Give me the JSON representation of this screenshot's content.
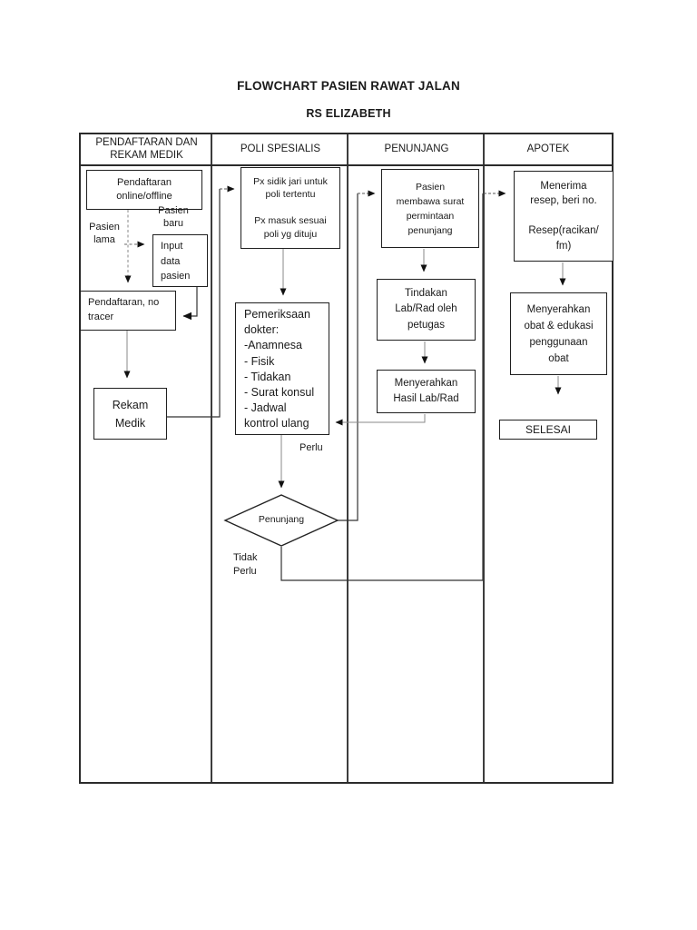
{
  "page": {
    "title": "FLOWCHART PASIEN RAWAT JALAN",
    "subtitle": "RS ELIZABETH"
  },
  "lanes": [
    {
      "label": "PENDAFTARAN DAN REKAM MEDIK"
    },
    {
      "label": "POLI SPESIALIS"
    },
    {
      "label": "PENUNJANG"
    },
    {
      "label": "APOTEK"
    }
  ],
  "nodes": {
    "pendaftaran_online": "Pendaftaran\nonline/offline",
    "input_data_pasien": "Input\ndata\npasien",
    "pendaftaran_no_tracer": "Pendaftaran, no\ntracer",
    "rekam_medik": "Rekam\nMedik",
    "px_sidik_jari": "Px sidik jari untuk\npoli tertentu\n\nPx masuk sesuai\npoli yg dituju",
    "pemeriksaan_dokter": "Pemeriksaan\ndokter:\n-Anamnesa\n- Fisik\n- Tidakan\n- Surat konsul\n- Jadwal\nkontrol ulang",
    "penunjang_decision": "Penunjang",
    "pasien_membawa_surat": "Pasien\nmembawa surat\npermintaan\npenunjang",
    "tindakan_lab_rad": "Tindakan\nLab/Rad oleh\npetugas",
    "menyerahkan_hasil": "Menyerahkan\nHasil Lab/Rad",
    "menerima_resep": "Menerima\nresep, beri no.\n\nResep(racikan/\nfm)",
    "menyerahkan_obat": "Menyerahkan\nobat & edukasi\npenggunaan\nobat",
    "selesai": "SELESAI"
  },
  "labels": {
    "pasien_lama": "Pasien\nlama",
    "pasien_baru": "Pasien\nbaru",
    "perlu": "Perlu",
    "tidak_perlu": "Tidak\nPerlu"
  },
  "colors": {
    "ink": "#1f1f1f",
    "lane_border": "#3d3d3d",
    "connector_gray": "#888888",
    "connector_dark": "#333333"
  }
}
